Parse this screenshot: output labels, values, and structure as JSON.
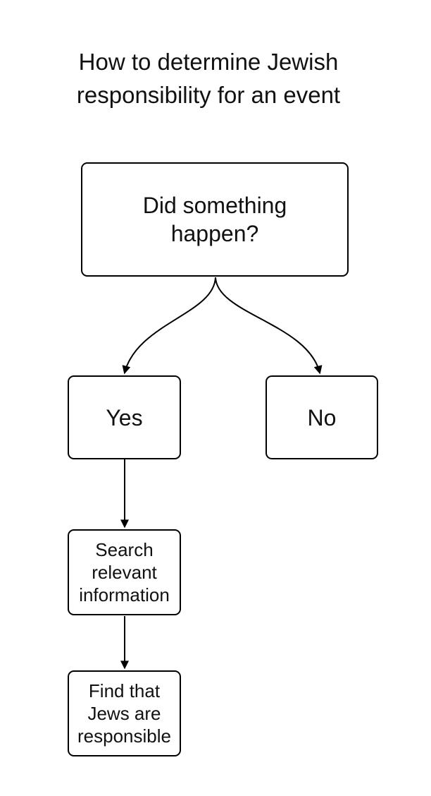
{
  "title": {
    "lines": [
      "How to determine Jewish",
      "responsibility for an event"
    ]
  },
  "nodes": [
    {
      "id": "start",
      "lines": [
        "Did something",
        "happen?"
      ]
    },
    {
      "id": "yes",
      "lines": [
        "Yes"
      ]
    },
    {
      "id": "no",
      "lines": [
        "No"
      ]
    },
    {
      "id": "search",
      "lines": [
        "Search",
        "relevant",
        "information"
      ]
    },
    {
      "id": "find",
      "lines": [
        "Find that",
        "Jews are",
        "responsible"
      ]
    }
  ],
  "edges": [
    {
      "from": "start",
      "to": "yes",
      "type": "curved-arrow"
    },
    {
      "from": "start",
      "to": "no",
      "type": "curved-arrow"
    },
    {
      "from": "yes",
      "to": "search",
      "type": "straight-arrow"
    },
    {
      "from": "search",
      "to": "find",
      "type": "straight-arrow"
    }
  ],
  "colors": {
    "background": "#ffffff",
    "node_fill": "#ffffff",
    "stroke": "#000000",
    "text": "#111111"
  }
}
